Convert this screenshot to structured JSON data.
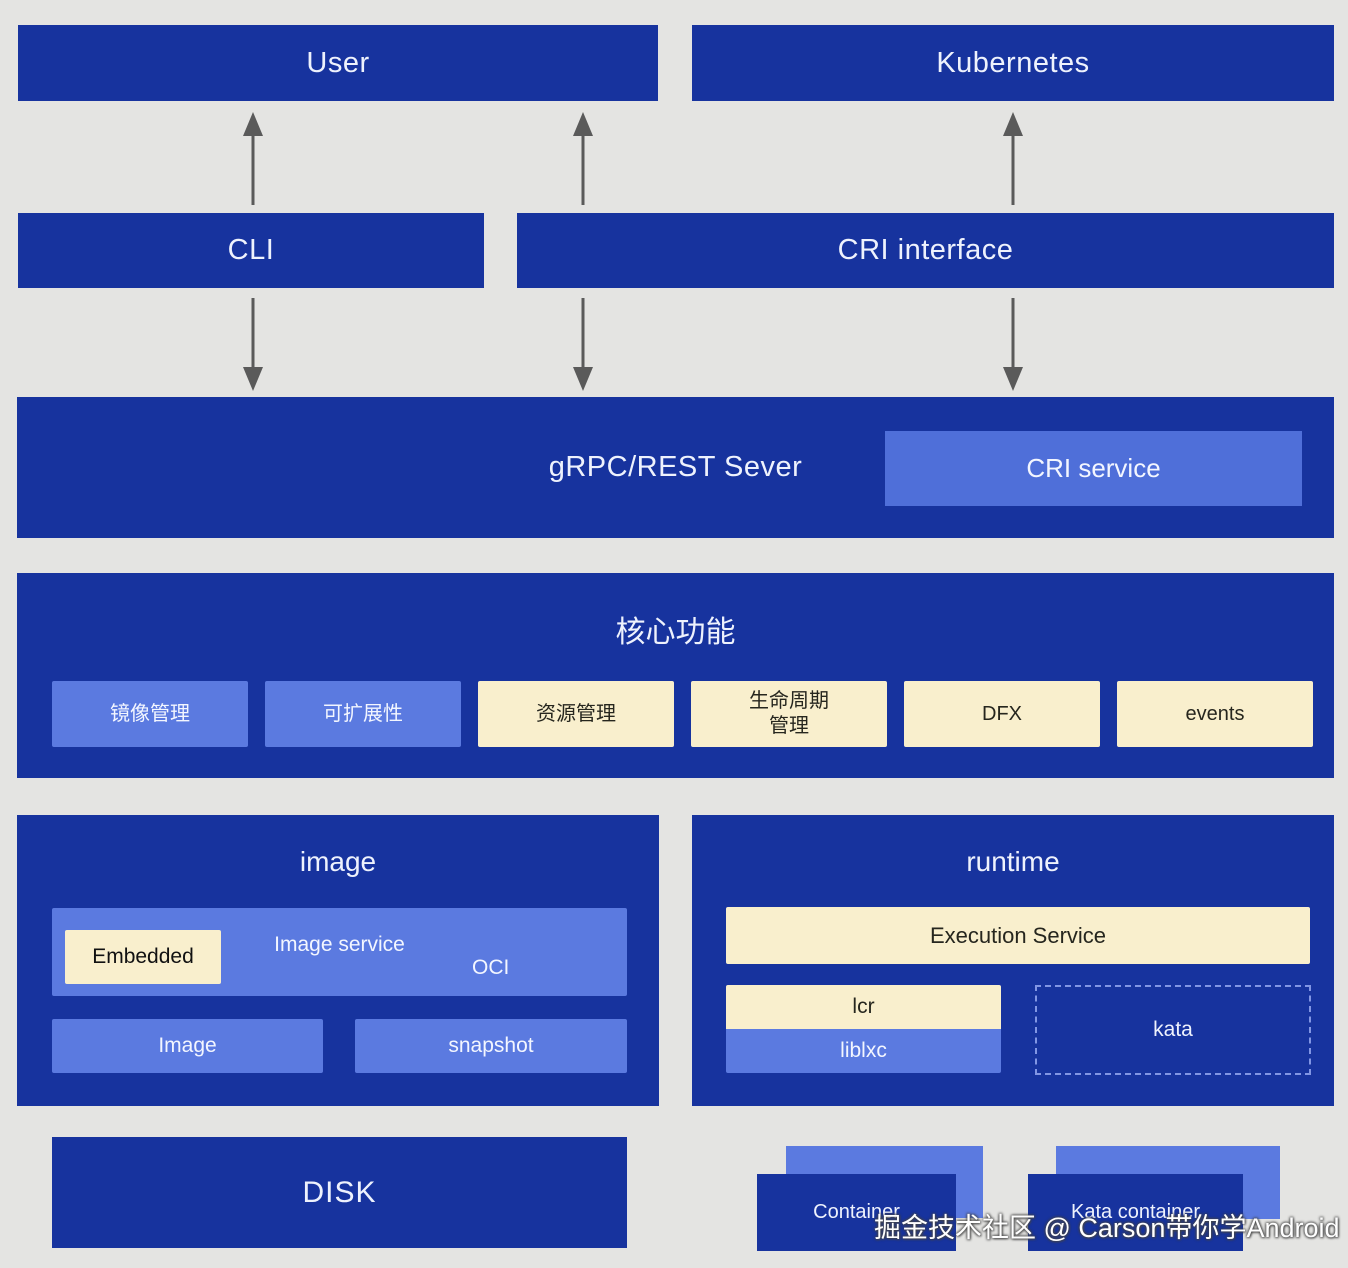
{
  "colors": {
    "dark_blue": "#17339e",
    "light_blue": "#5b7ae0",
    "cri_service_blue": "#4f6fd9",
    "cream": "#f9efcd",
    "background": "#e4e4e2",
    "arrow": "#5a5a5a"
  },
  "top_row": {
    "user": "User",
    "kubernetes": "Kubernetes"
  },
  "interface_row": {
    "cli": "CLI",
    "cri_interface": "CRI interface"
  },
  "server": {
    "title": "gRPC/REST Sever",
    "cri_service": "CRI service"
  },
  "core": {
    "title": "核心功能",
    "chips": [
      {
        "label": "镜像管理",
        "style": "blue"
      },
      {
        "label": "可扩展性",
        "style": "blue"
      },
      {
        "label": "资源管理",
        "style": "cream"
      },
      {
        "label": "生命周期\n管理",
        "style": "cream"
      },
      {
        "label": "DFX",
        "style": "cream"
      },
      {
        "label": "events",
        "style": "cream"
      }
    ]
  },
  "image_module": {
    "title": "image",
    "image_service": "Image service",
    "oci": "OCI",
    "embedded": "Embedded",
    "image": "Image",
    "snapshot": "snapshot"
  },
  "runtime_module": {
    "title": "runtime",
    "execution_service": "Execution Service",
    "lcr": "lcr",
    "liblxc": "liblxc",
    "kata": "kata"
  },
  "bottom_row": {
    "disk": "DISK",
    "container": "Container",
    "kata_container": "Kata container"
  },
  "watermark": "掘金技术社区 @ Carson带你学Android"
}
